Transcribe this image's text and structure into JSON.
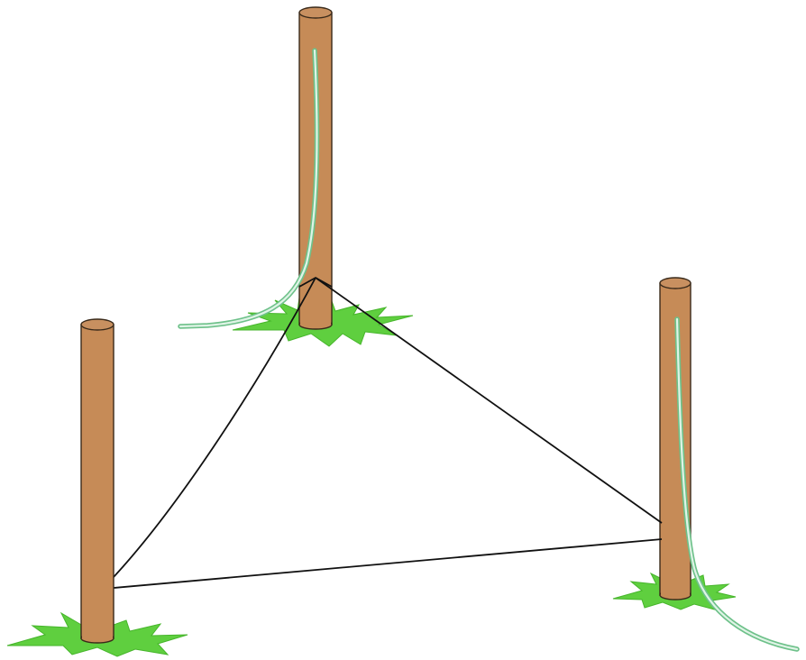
{
  "scene": {
    "description_visible_text": [],
    "posts": [
      {
        "id": "post-back",
        "has_hose": true
      },
      {
        "id": "post-left",
        "has_hose": false
      },
      {
        "id": "post-right",
        "has_hose": true
      }
    ],
    "rope": {
      "shape": "triangle",
      "connects": [
        "post-back",
        "post-left",
        "post-right"
      ]
    }
  },
  "colors": {
    "post_fill": "#c68b57",
    "post_top": "#c89060",
    "post_outline": "#3a2a1a",
    "grass": "#5fcf3f",
    "grass_dark": "#46b52b",
    "hose_outer": "#6ec18a",
    "hose_inner": "#dff4e6",
    "rope": "#111111",
    "background": "#ffffff"
  }
}
